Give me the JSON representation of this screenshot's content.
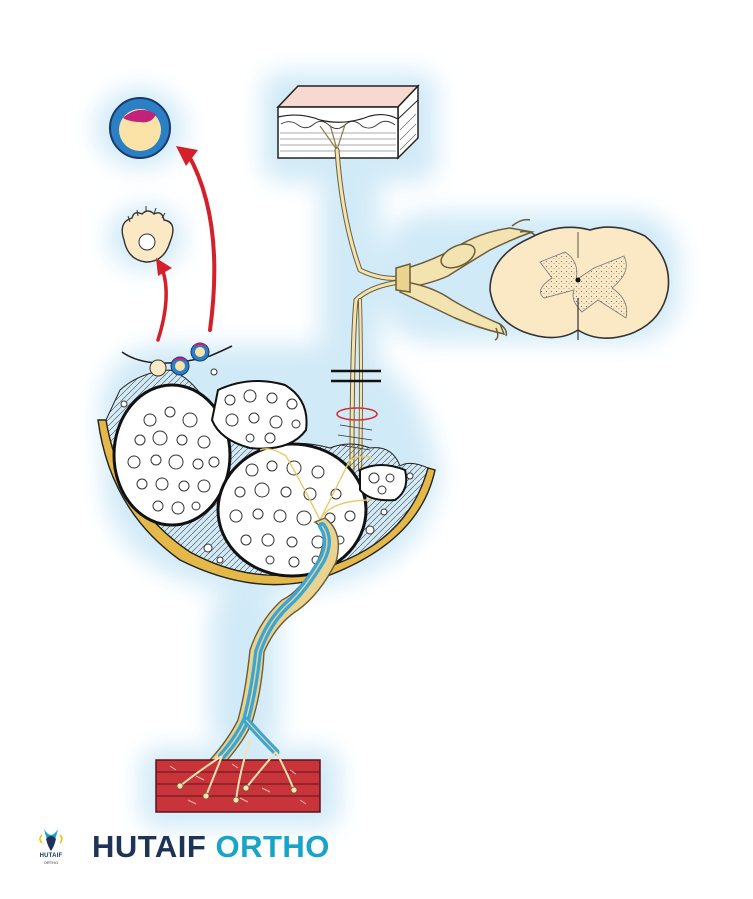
{
  "brand": {
    "word1": "HUTAIF",
    "word2": "ORTHO",
    "mark_text": "HUTAIF",
    "mark_sub": "ORTHO",
    "colors": {
      "dark": "#1f3357",
      "accent": "#18a4c7"
    }
  },
  "figure": {
    "colors": {
      "glow": "#cfe9f7",
      "skin_top": "#f7d9d2",
      "nerve": "#f3e3b0",
      "arrow": "#d3202a",
      "myelin": "#3ba6d6",
      "muscle": "#c9343b",
      "epineurium": "#e4b94a",
      "ring": "#d2303d",
      "cord": "#fbe9c6"
    }
  }
}
